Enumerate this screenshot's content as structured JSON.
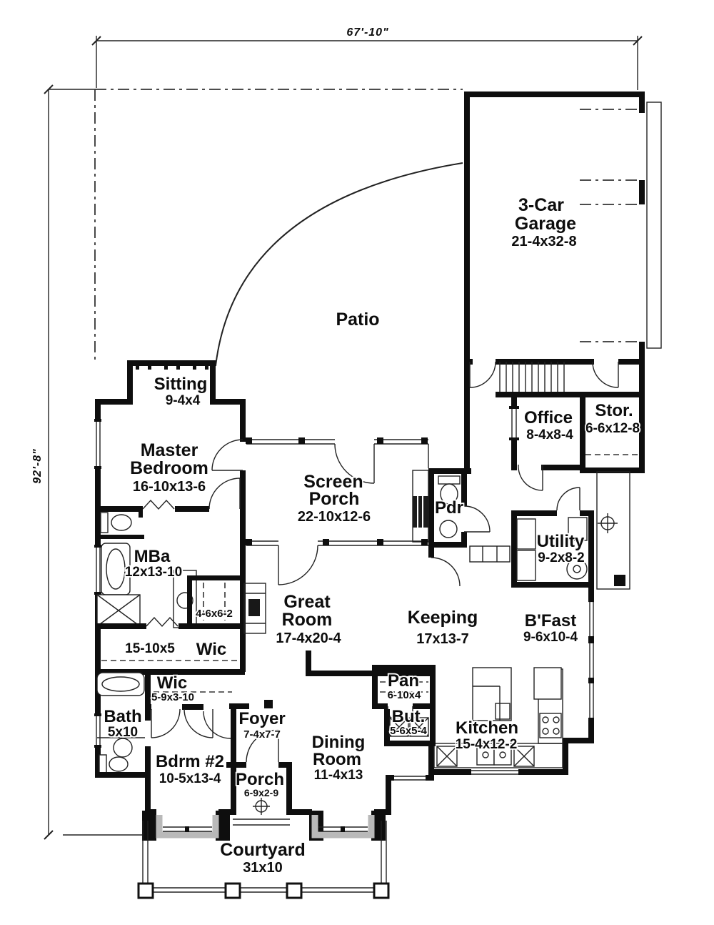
{
  "dims": {
    "width": "67'-10\"",
    "height": "92'-8\""
  },
  "outdoor": {
    "patio": "Patio",
    "screen_porch": {
      "l1": "Screen",
      "l2": "Porch",
      "dims": "22-10x12-6"
    },
    "porch": {
      "name": "Porch",
      "dims": "6-9x2-9"
    },
    "courtyard": {
      "name": "Courtyard",
      "dims": "31x10"
    }
  },
  "rooms": {
    "garage": {
      "l1": "3-Car",
      "l2": "Garage",
      "dims": "21-4x32-8"
    },
    "sitting": {
      "name": "Sitting",
      "dims": "9-4x4"
    },
    "master": {
      "l1": "Master",
      "l2": "Bedroom",
      "dims": "16-10x13-6"
    },
    "office": {
      "name": "Office",
      "dims": "8-4x8-4"
    },
    "storage": {
      "name": "Stor.",
      "dims": "6-6x12-8"
    },
    "powder": {
      "name": "Pdr"
    },
    "utility": {
      "name": "Utility",
      "dims": "9-2x8-2"
    },
    "master_bath": {
      "name": "MBa",
      "dims": "12x13-10"
    },
    "closet": {
      "dims": "4-6x6-2"
    },
    "wic_master": {
      "name": "Wic",
      "dims": "15-10x5"
    },
    "wic_hall": {
      "name": "Wic",
      "dims": "5-9x3-10"
    },
    "bath": {
      "name": "Bath",
      "dims": "5x10"
    },
    "bedroom2": {
      "name": "Bdrm #2",
      "dims": "10-5x13-4"
    },
    "foyer": {
      "name": "Foyer",
      "dims": "7-4x7-7"
    },
    "great_room": {
      "l1": "Great",
      "l2": "Room",
      "dims": "17-4x20-4"
    },
    "keeping": {
      "name": "Keeping",
      "dims": "17x13-7"
    },
    "breakfast": {
      "name": "B'Fast",
      "dims": "9-6x10-4"
    },
    "dining": {
      "l1": "Dining",
      "l2": "Room",
      "dims": "11-4x13"
    },
    "pantry": {
      "name": "Pan",
      "dims": "6-10x4"
    },
    "butler": {
      "name": "But.",
      "dims": "5-6x5-4"
    },
    "kitchen": {
      "name": "Kitchen",
      "dims": "15-4x12-2"
    }
  }
}
